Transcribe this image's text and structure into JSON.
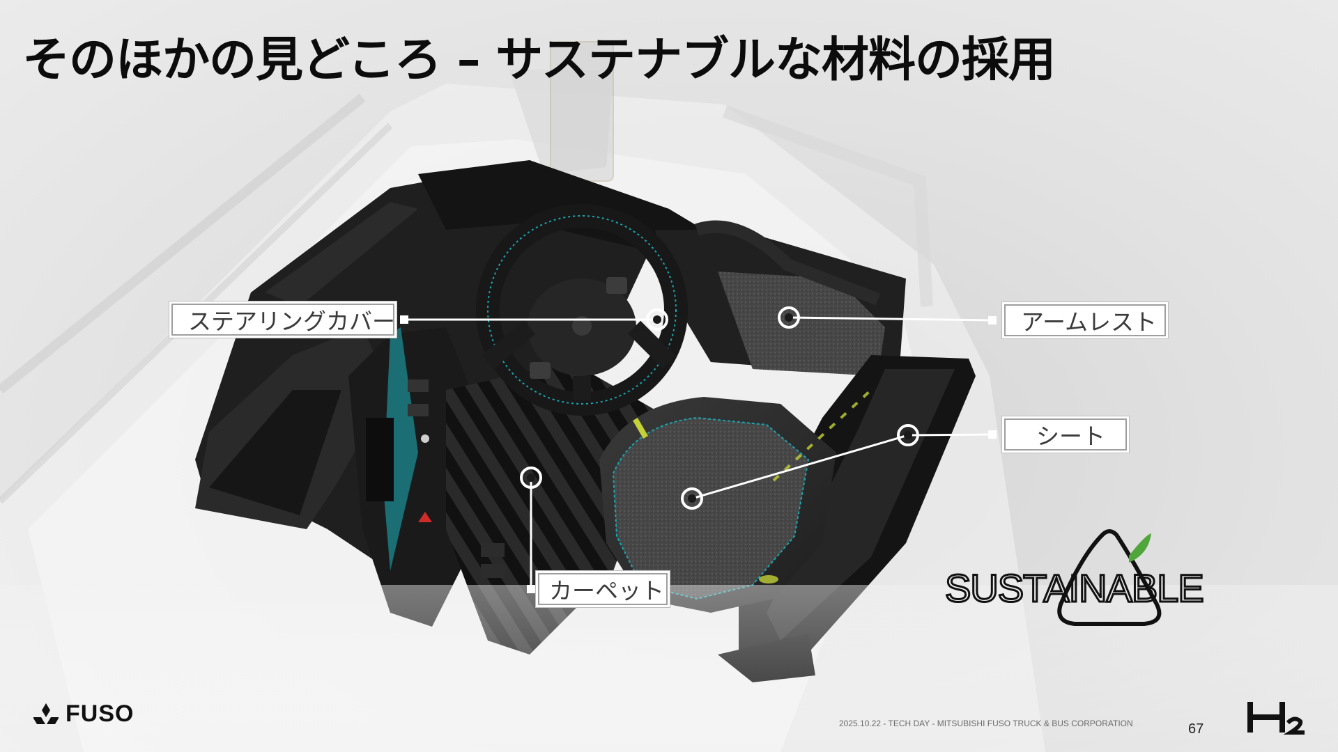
{
  "slide": {
    "title": "そのほかの見どころ – サステナブルな材料の採用",
    "page_number": "67",
    "footer": "2025.10.22 - TECH DAY - MITSUBISHI FUSO TRUCK & BUS CORPORATION"
  },
  "callouts": [
    {
      "label": "ステアリングカバー"
    },
    {
      "label": "アームレスト"
    },
    {
      "label": "シート"
    },
    {
      "label": "カーペット"
    }
  ],
  "logos": {
    "fuso": "FUSO",
    "sustainable": "SUSTAINABLE",
    "h2": "H2"
  },
  "colors": {
    "accent_teal": "#1aa6b0",
    "leaf_green": "#4fa63a",
    "title": "#0c0c0c"
  }
}
